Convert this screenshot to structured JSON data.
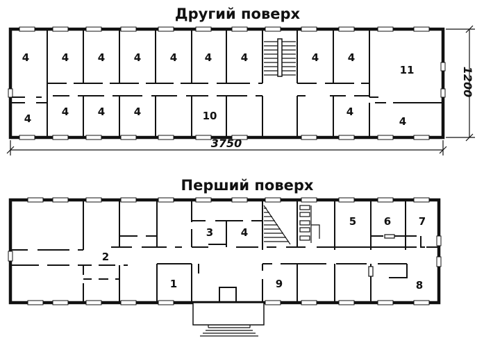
{
  "floors": {
    "upper": {
      "title": "Другий поверх",
      "rooms": [
        "4",
        "4",
        "4",
        "4",
        "4",
        "4",
        "4",
        "4",
        "4",
        "11",
        "4",
        "4",
        "4",
        "4",
        "10",
        "4",
        "4"
      ]
    },
    "lower": {
      "title": "Перший поверх",
      "rooms": [
        "2",
        "3",
        "4",
        "5",
        "6",
        "7",
        "1",
        "9",
        "8"
      ]
    }
  },
  "dimensions": {
    "length": "3750",
    "width": "1200"
  }
}
